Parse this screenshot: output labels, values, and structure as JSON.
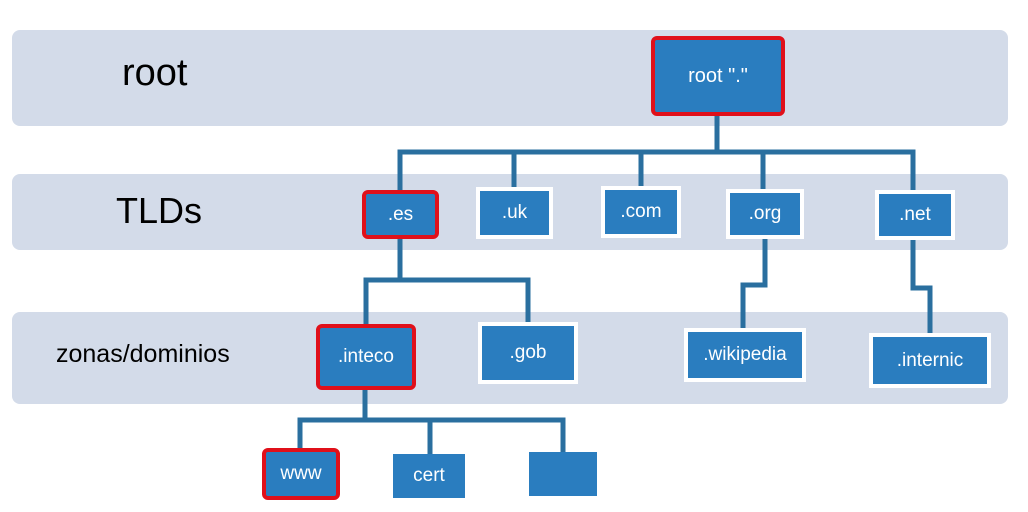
{
  "colors": {
    "band": "#d3dbe9",
    "node": "#2a7dbf",
    "connector": "#2a6f9f",
    "highlight": "#e0101a"
  },
  "bands": {
    "root": "root",
    "tlds": "TLDs",
    "zones": "zonas/dominios"
  },
  "nodes": {
    "root": "root \".\"",
    "es": ".es",
    "uk": ".uk",
    "com": ".com",
    "org": ".org",
    "net": ".net",
    "inteco": ".inteco",
    "gob": ".gob",
    "wikipedia": ".wikipedia",
    "internic": ".internic",
    "www": "www",
    "cert": "cert",
    "unlabeled": ""
  },
  "highlighted_path": [
    "root",
    "es",
    "inteco",
    "www"
  ]
}
